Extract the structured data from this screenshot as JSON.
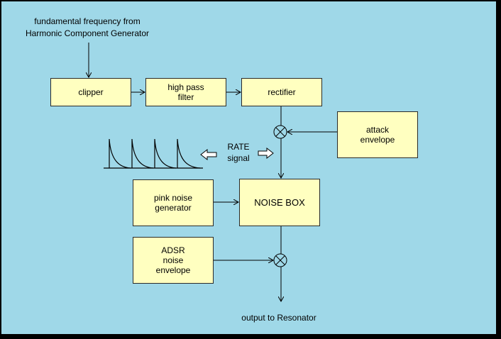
{
  "diagram": {
    "input_label": "fundamental frequency from\nHarmonic Component Generator",
    "blocks": {
      "clipper": "clipper",
      "high_pass_filter": "high pass\nfilter",
      "rectifier": "rectifier",
      "attack_envelope": "attack\nenvelope",
      "pink_noise_generator": "pink noise\ngenerator",
      "noise_box": "NOISE BOX",
      "adsr_noise_envelope": "ADSR\nnoise\nenvelope"
    },
    "rate_signal_label": "RATE\nsignal",
    "output_label": "output to Resonator"
  },
  "colors": {
    "background": "#9fd8e8",
    "block_fill": "#ffffc0",
    "frame": "#000000",
    "line": "#000000"
  }
}
